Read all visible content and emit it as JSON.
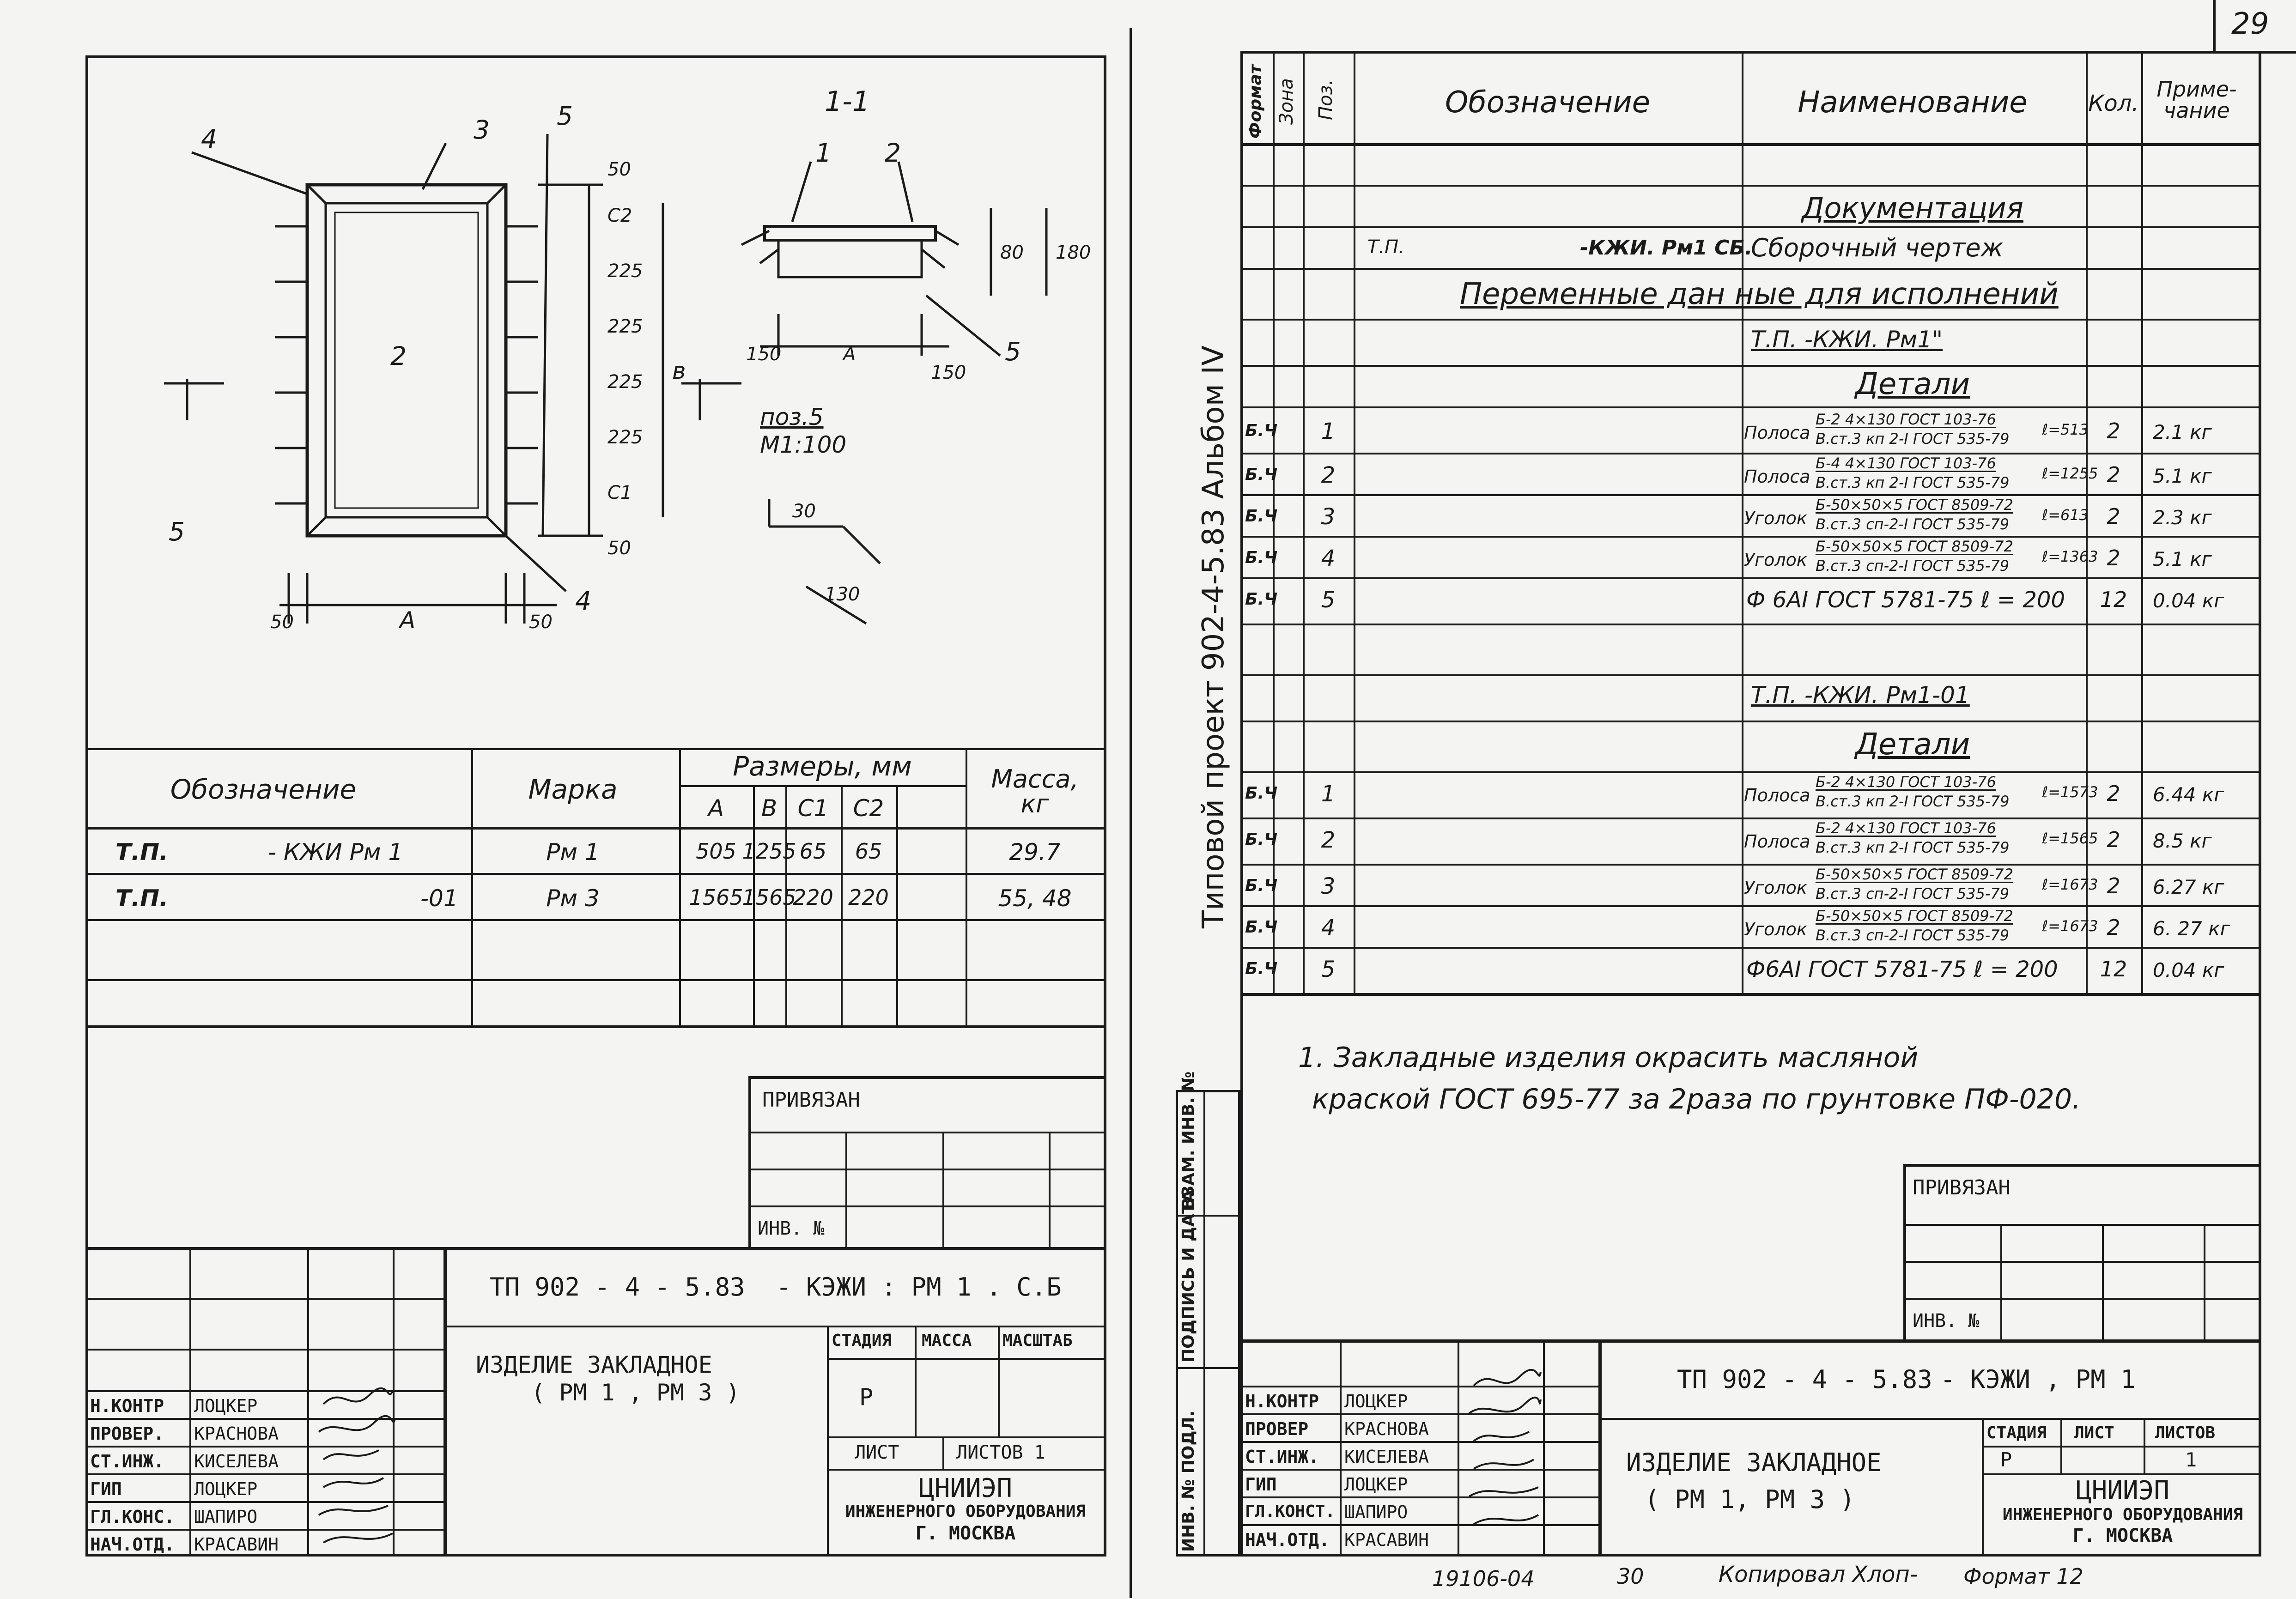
{
  "page_number": "29",
  "left_sheet": {
    "section_label": "1-1",
    "part_callout": "поз.5",
    "part_scale": "М1:100",
    "plan_dims": {
      "top_margin": "50",
      "c2": "С2",
      "mod": "225",
      "b": "в",
      "four": "4",
      "c1": "С1",
      "bottom_margin": "50",
      "a": "А",
      "side": "50"
    },
    "section_dims": {
      "d80": "80",
      "d180": "180",
      "d150": "150",
      "a": "А",
      "four": "4"
    },
    "part_dims": {
      "d30": "30",
      "d130": "130"
    },
    "callouts": [
      "1",
      "2",
      "3",
      "4",
      "5"
    ],
    "table": {
      "h_designation": "Обозначение",
      "h_mark": "Марка",
      "h_sizes": "Размеры, мм",
      "h_mass": "Масса, кг",
      "sub": [
        "А",
        "В",
        "С1",
        "С2"
      ],
      "rows": [
        {
          "tp": "Т.П.",
          "code": "- КЖИ  Рм 1",
          "mark": "Рм 1",
          "a": "505",
          "b": "1255",
          "c1": "65",
          "c2": "65",
          "mass": "29.7"
        },
        {
          "tp": "Т.П.",
          "code": "-01",
          "mark": "Рм 3",
          "a": "1565",
          "b": "1565",
          "c1": "220",
          "c2": "220",
          "mass": "55, 48"
        }
      ]
    },
    "privyazan": "ПРИВЯЗАН",
    "inv_no": "ИНВ. №",
    "title_block": {
      "code": "ТП  902 - 4 - 5.83",
      "doc": "- КЭЖИ : РМ 1  .  С.Б",
      "name_line1": "ИЗДЕЛИЕ  ЗАКЛАДНОЕ",
      "name_line2": "( РМ 1 , РМ 3 )",
      "h_stage": "СТАДИЯ",
      "h_mass": "МАССА",
      "h_scale": "МАСШТАБ",
      "stage": "Р",
      "h_sheet": "ЛИСТ",
      "h_sheets": "ЛИСТОВ 1",
      "org1": "ЦНИИЭП",
      "org2": "ИНЖЕНЕРНОГО ОБОРУДОВАНИЯ",
      "org3": "Г. МОСКВА",
      "people": [
        {
          "role": "Н.КОНТР",
          "name": "ЛОЦКЕР"
        },
        {
          "role": "ПРОВЕР.",
          "name": "КРАСНОВА"
        },
        {
          "role": "СТ.ИНЖ.",
          "name": "КИСЕЛЕВА"
        },
        {
          "role": "ГИП",
          "name": "ЛОЦКЕР"
        },
        {
          "role": "ГЛ.КОНС.",
          "name": "ШАПИРО"
        },
        {
          "role": "НАЧ.ОТД.",
          "name": "КРАСАВИН"
        }
      ]
    }
  },
  "spine": {
    "album": "Типовой   проект  902-4-5.83   Альбом  IV",
    "stamp_labels": [
      "ИНВ. № ПОДЛ.",
      "ПОДПИСЬ И ДАТА",
      "ВЗАМ. ИНВ. №"
    ]
  },
  "right_sheet": {
    "headers": {
      "format": "Формат",
      "zone": "Зона",
      "pos": "Поз.",
      "designation": "Обозначение",
      "name": "Наименование",
      "qty": "Кол.",
      "note": "Приме- чание"
    },
    "documentation": "Документация",
    "doc_row": {
      "tp": "Т.П.",
      "code": "-КЖИ. Рм1 СБ.",
      "name": "Сборочный чертеж"
    },
    "variable_heading": "Переменные дан ные  для исполнений",
    "group1": {
      "ref": "Т.П.            -КЖИ. Рм1\"",
      "heading": "Детали",
      "rows": [
        {
          "fmt": "Б.Ч",
          "pos": "1",
          "type": "Полоса",
          "num": "Б-2  4×130 ГОСТ 103-76",
          "den": "В.ст.3 кп 2-I  ГОСТ 535-79",
          "len": "ℓ=513",
          "qty": "2",
          "note": "2.1 кг"
        },
        {
          "fmt": "Б.Ч",
          "pos": "2",
          "type": "Полоса",
          "num": "Б-4  4×130  ГОСТ 103-76",
          "den": "В.ст.3 кп 2-I  ГОСТ 535-79",
          "len": "ℓ=1255",
          "qty": "2",
          "note": "5.1 кг"
        },
        {
          "fmt": "Б.Ч",
          "pos": "3",
          "type": "Уголок",
          "num": "Б-50×50×5 ГОСТ 8509-72",
          "den": "В.ст.3 сп-2-I  ГОСТ 535-79",
          "len": "ℓ=613",
          "qty": "2",
          "note": "2.3 кг"
        },
        {
          "fmt": "Б.Ч",
          "pos": "4",
          "type": "Уголок",
          "num": "Б-50×50×5 ГОСТ 8509-72",
          "den": "В.ст.3 сп-2-I  ГОСТ 535-79",
          "len": "ℓ=1363",
          "qty": "2",
          "note": "5.1 кг"
        },
        {
          "fmt": "Б.Ч",
          "pos": "5",
          "plain": "Ф 6АI  ГОСТ 5781-75    ℓ = 200",
          "qty": "12",
          "note": "0.04 кг"
        }
      ]
    },
    "group2": {
      "ref": "Т.П.            -КЖИ. Рм1-01",
      "heading": "Детали",
      "rows": [
        {
          "fmt": "Б.Ч",
          "pos": "1",
          "type": "Полоса",
          "num": "Б-2  4×130 ГОСТ 103-76",
          "den": "В.ст.3 кп 2-I  ГОСТ 535-79",
          "len": "ℓ=1573",
          "qty": "2",
          "note": "6.44 кг"
        },
        {
          "fmt": "Б.Ч",
          "pos": "2",
          "type": "Полоса",
          "num": "Б-2  4×130  ГОСТ 103-76",
          "den": "В.ст.3 кп 2-I  ГОСТ 535-79",
          "len": "ℓ=1565",
          "qty": "2",
          "note": "8.5 кг"
        },
        {
          "fmt": "Б.Ч",
          "pos": "3",
          "type": "Уголок",
          "num": "Б-50×50×5 ГОСТ 8509-72",
          "den": "В.ст.3 сп-2-I  ГОСТ 535-79",
          "len": "ℓ=1673",
          "qty": "2",
          "note": "6.27 кг"
        },
        {
          "fmt": "Б.Ч",
          "pos": "4",
          "type": "Уголок",
          "num": "Б-50×50×5 ГОСТ 8509-72",
          "den": "В.ст.3 сп-2-I  ГОСТ 535-79",
          "len": "ℓ=1673",
          "qty": "2",
          "note": "6. 27 кг"
        },
        {
          "fmt": "Б.Ч",
          "pos": "5",
          "plain": "Ф6АI  ГОСТ 5781-75    ℓ = 200",
          "qty": "12",
          "note": "0.04 кг"
        }
      ]
    },
    "note_line1": "1.  Закладные   изделия   окрасить  масляной",
    "note_line2": "краской  ГОСТ 695-77  за  2раза  по грунтовке  ПФ-020.",
    "privyazan": "ПРИВЯЗАН",
    "inv_no": "ИНВ. №",
    "title_block": {
      "code": "ТП  902 - 4 - 5.83",
      "doc": "- КЭЖИ    ,    РМ 1",
      "name_line1": "ИЗДЕЛИЕ  ЗАКЛАДНОЕ",
      "name_line2": "( РМ 1,    РМ 3 )",
      "h_stage": "СТАДИЯ",
      "h_sheet": "ЛИСТ",
      "h_sheets": "ЛИСТОВ",
      "stage": "Р",
      "sheets": "1",
      "org1": "ЦНИИЭП",
      "org2": "ИНЖЕНЕРНОГО ОБОРУДОВАНИЯ",
      "org3": "Г. МОСКВА",
      "people": [
        {
          "role": "Н.КОНТР",
          "name": "ЛОЦКЕР"
        },
        {
          "role": "ПРОВЕР",
          "name": "КРАСНОВА"
        },
        {
          "role": "СТ.ИНЖ.",
          "name": "КИСЕЛЕВА"
        },
        {
          "role": "ГИП",
          "name": "ЛОЦКЕР"
        },
        {
          "role": "ГЛ.КОНСТ.",
          "name": "ШАПИРО"
        },
        {
          "role": "НАЧ.ОТД.",
          "name": "КРАСАВИН"
        }
      ]
    }
  },
  "footer": {
    "inv": "19106-04",
    "sheet": "30",
    "copied": "Копировал  Хлоп-",
    "format": "Формат 12"
  }
}
